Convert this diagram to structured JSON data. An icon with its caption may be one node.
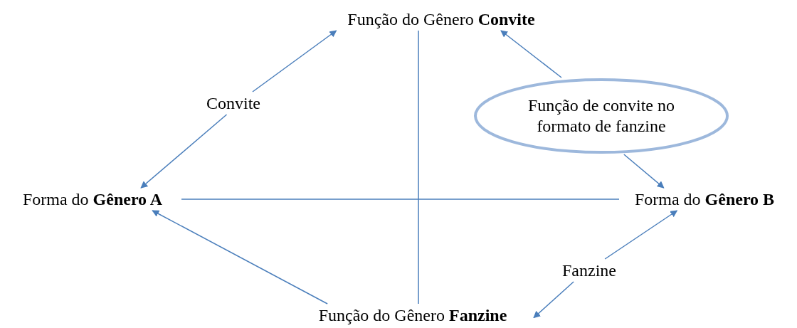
{
  "diagram": {
    "nodes": [
      {
        "text": [
          "Função do Gênero **Convite**"
        ]
      },
      {
        "text": [
          "Convite"
        ]
      },
      {
        "text": [
          "Função de convite no formato de fanzine"
        ]
      },
      {
        "text": [
          "Forma do **Gênero A**"
        ]
      },
      {
        "text": [
          "Forma do **Gênero B**"
        ]
      },
      {
        "text": [
          "Fanzine"
        ]
      },
      {
        "text": [
          "Função do Gênero **Fanzine**"
        ]
      }
    ],
    "edges": [
      {
        "from": 1,
        "to": 0,
        "arrow": "to"
      },
      {
        "from": 1,
        "to": 3,
        "arrow": "to"
      },
      {
        "from": 2,
        "to": 0,
        "arrow": "to"
      },
      {
        "from": 2,
        "to": 4,
        "arrow": "to"
      },
      {
        "from": 5,
        "to": 4,
        "arrow": "to"
      },
      {
        "from": 5,
        "to": 6,
        "arrow": "to"
      },
      {
        "from": 6,
        "to": 3,
        "arrow": "to"
      },
      {
        "from": 3,
        "to": 4,
        "arrow": "none"
      },
      {
        "from": 0,
        "to": 6,
        "arrow": "none"
      }
    ]
  }
}
